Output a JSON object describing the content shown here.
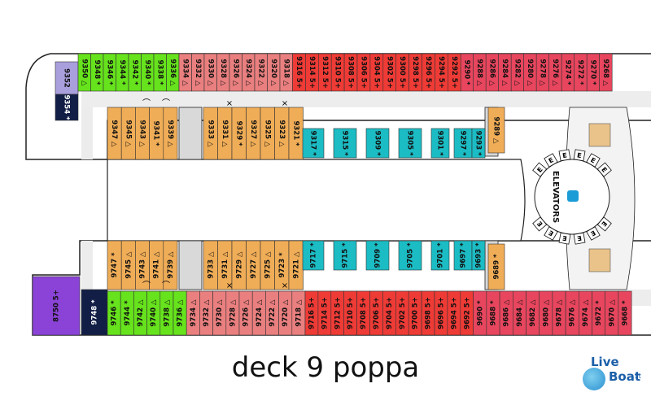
{
  "caption": "deck 9 poppa",
  "logo": {
    "part1": "Live",
    "part2": "Boat",
    "part3": ".it"
  },
  "elevators_label": "ELEVATORS",
  "colors": {
    "green": "#66e31c",
    "red": "#ef3b36",
    "pink": "#ea7f7f",
    "crimson": "#e8465e",
    "orange": "#f0ad57",
    "teal": "#1cbcc4",
    "lavender": "#a99fdc",
    "navy": "#121e46",
    "purple": "#8a43d6",
    "gray": "#d6d6d6",
    "grayLight": "#eaeaea",
    "tan": "#e9c38a"
  },
  "cabins": {
    "top_outer": [
      {
        "n": "9352",
        "c": "lavender",
        "s": ""
      },
      {
        "n": "9350",
        "c": "green",
        "s": "△"
      },
      {
        "n": "9348",
        "c": "green",
        "s": "*"
      },
      {
        "n": "9346",
        "c": "green",
        "s": "*"
      },
      {
        "n": "9344",
        "c": "green",
        "s": "*"
      },
      {
        "n": "9342",
        "c": "green",
        "s": "*"
      },
      {
        "n": "9340",
        "c": "green",
        "s": "*"
      },
      {
        "n": "9338",
        "c": "green",
        "s": "*"
      },
      {
        "n": "9336",
        "c": "green",
        "s": "△"
      },
      {
        "n": "9334",
        "c": "pink",
        "s": "△"
      },
      {
        "n": "9332",
        "c": "pink",
        "s": "△"
      },
      {
        "n": "9330",
        "c": "pink",
        "s": "△"
      },
      {
        "n": "9328",
        "c": "pink",
        "s": "△"
      },
      {
        "n": "9326",
        "c": "pink",
        "s": "△"
      },
      {
        "n": "9324",
        "c": "pink",
        "s": "△"
      },
      {
        "n": "9322",
        "c": "pink",
        "s": "△"
      },
      {
        "n": "9320",
        "c": "pink",
        "s": "△"
      },
      {
        "n": "9318",
        "c": "pink",
        "s": "△"
      },
      {
        "n": "9316",
        "c": "red",
        "s": "5+"
      },
      {
        "n": "9314",
        "c": "red",
        "s": "5+"
      },
      {
        "n": "9312",
        "c": "red",
        "s": "5+"
      },
      {
        "n": "9310",
        "c": "red",
        "s": "5+"
      },
      {
        "n": "9308",
        "c": "red",
        "s": "5+"
      },
      {
        "n": "9306",
        "c": "red",
        "s": "5+"
      },
      {
        "n": "9304",
        "c": "red",
        "s": "5+"
      },
      {
        "n": "9302",
        "c": "red",
        "s": "5+"
      },
      {
        "n": "9300",
        "c": "red",
        "s": "5+"
      },
      {
        "n": "9298",
        "c": "red",
        "s": "5+"
      },
      {
        "n": "9296",
        "c": "red",
        "s": "5+"
      },
      {
        "n": "9294",
        "c": "red",
        "s": "5+"
      },
      {
        "n": "9292",
        "c": "red",
        "s": "5+"
      },
      {
        "n": "9290",
        "c": "crimson",
        "s": "*"
      },
      {
        "n": "9288",
        "c": "crimson",
        "s": "△"
      },
      {
        "n": "9286",
        "c": "crimson",
        "s": "△"
      },
      {
        "n": "9284",
        "c": "crimson",
        "s": "△"
      },
      {
        "n": "9282",
        "c": "crimson",
        "s": "△"
      },
      {
        "n": "9280",
        "c": "crimson",
        "s": "△"
      },
      {
        "n": "9278",
        "c": "crimson",
        "s": "△"
      },
      {
        "n": "9276",
        "c": "crimson",
        "s": "△"
      },
      {
        "n": "9274",
        "c": "crimson",
        "s": "*"
      },
      {
        "n": "9272",
        "c": "crimson",
        "s": "*"
      },
      {
        "n": "9270",
        "c": "crimson",
        "s": "*"
      },
      {
        "n": "9268",
        "c": "crimson",
        "s": "△"
      }
    ],
    "top_navy": {
      "n": "9354",
      "s": "*"
    },
    "top_inner_left": [
      {
        "n": "9347",
        "c": "orange",
        "s": "△"
      },
      {
        "n": "9345",
        "c": "orange",
        "s": "△"
      },
      {
        "n": "9343",
        "c": "orange",
        "s": "△"
      },
      {
        "n": "9341",
        "c": "orange",
        "s": "*"
      },
      {
        "n": "9339",
        "c": "orange",
        "s": "△"
      }
    ],
    "top_inner_mid": [
      {
        "n": "9333",
        "c": "orange",
        "s": "△"
      },
      {
        "n": "9331",
        "c": "orange",
        "s": "△"
      },
      {
        "n": "9329",
        "c": "orange",
        "s": "*"
      },
      {
        "n": "9327",
        "c": "orange",
        "s": "△"
      },
      {
        "n": "9325",
        "c": "orange",
        "s": "△"
      },
      {
        "n": "9323",
        "c": "orange",
        "s": "△"
      },
      {
        "n": "9321",
        "c": "orange",
        "s": "*"
      }
    ],
    "top_teal": [
      {
        "n": "9317",
        "s": "*"
      },
      {
        "n": "9315",
        "s": "*"
      },
      {
        "n": "9309",
        "s": "*"
      },
      {
        "n": "9305",
        "s": "*"
      },
      {
        "n": "9301",
        "s": "*"
      },
      {
        "n": "9297",
        "s": "*"
      },
      {
        "n": "9293",
        "s": "*"
      }
    ],
    "top_inner_right": {
      "n": "9289",
      "c": "orange",
      "s": "△"
    },
    "bottom_outer": [
      {
        "n": "9746",
        "c": "green",
        "s": "*"
      },
      {
        "n": "9744",
        "c": "green",
        "s": "*"
      },
      {
        "n": "9742",
        "c": "green",
        "s": "△"
      },
      {
        "n": "9740",
        "c": "green",
        "s": "△"
      },
      {
        "n": "9738",
        "c": "green",
        "s": "△"
      },
      {
        "n": "9736",
        "c": "green",
        "s": "△"
      },
      {
        "n": "9734",
        "c": "pink",
        "s": "△"
      },
      {
        "n": "9732",
        "c": "pink",
        "s": "△"
      },
      {
        "n": "9730",
        "c": "pink",
        "s": "△"
      },
      {
        "n": "9728",
        "c": "pink",
        "s": "△"
      },
      {
        "n": "9726",
        "c": "pink",
        "s": "△"
      },
      {
        "n": "9724",
        "c": "pink",
        "s": "△"
      },
      {
        "n": "9722",
        "c": "pink",
        "s": "△"
      },
      {
        "n": "9720",
        "c": "pink",
        "s": "△"
      },
      {
        "n": "9718",
        "c": "pink",
        "s": "△"
      },
      {
        "n": "9716",
        "c": "red",
        "s": "5+"
      },
      {
        "n": "9714",
        "c": "red",
        "s": "5+"
      },
      {
        "n": "9712",
        "c": "red",
        "s": "5+"
      },
      {
        "n": "9710",
        "c": "red",
        "s": "5+"
      },
      {
        "n": "9708",
        "c": "red",
        "s": "5+"
      },
      {
        "n": "9706",
        "c": "red",
        "s": "5+"
      },
      {
        "n": "9704",
        "c": "red",
        "s": "5+"
      },
      {
        "n": "9702",
        "c": "red",
        "s": "5+"
      },
      {
        "n": "9700",
        "c": "red",
        "s": "5+"
      },
      {
        "n": "9698",
        "c": "red",
        "s": "5+"
      },
      {
        "n": "9696",
        "c": "red",
        "s": "5+"
      },
      {
        "n": "9694",
        "c": "red",
        "s": "5+"
      },
      {
        "n": "9692",
        "c": "red",
        "s": "5+"
      },
      {
        "n": "9690",
        "c": "crimson",
        "s": "*"
      },
      {
        "n": "9688",
        "c": "crimson",
        "s": "*"
      },
      {
        "n": "9686",
        "c": "crimson",
        "s": "△"
      },
      {
        "n": "9684",
        "c": "crimson",
        "s": "△"
      },
      {
        "n": "9682",
        "c": "crimson",
        "s": "△"
      },
      {
        "n": "9680",
        "c": "crimson",
        "s": "△"
      },
      {
        "n": "9678",
        "c": "crimson",
        "s": "△"
      },
      {
        "n": "9676",
        "c": "crimson",
        "s": "△"
      },
      {
        "n": "9674",
        "c": "crimson",
        "s": "△"
      },
      {
        "n": "9672",
        "c": "crimson",
        "s": "*"
      },
      {
        "n": "9670",
        "c": "crimson",
        "s": "△"
      },
      {
        "n": "9668",
        "c": "crimson",
        "s": "*"
      }
    ],
    "bottom_navy": {
      "n": "9748",
      "s": "*"
    },
    "bottom_purple": {
      "n": "8750",
      "s": "5+"
    },
    "bottom_inner_left": [
      {
        "n": "9747",
        "c": "orange",
        "s": "*"
      },
      {
        "n": "9745",
        "c": "orange",
        "s": "△"
      },
      {
        "n": "9743",
        "c": "orange",
        "s": "△"
      },
      {
        "n": "9741",
        "c": "orange",
        "s": "△"
      },
      {
        "n": "9739",
        "c": "orange",
        "s": "△"
      }
    ],
    "bottom_inner_mid": [
      {
        "n": "9733",
        "c": "orange",
        "s": "△"
      },
      {
        "n": "9731",
        "c": "orange",
        "s": "△"
      },
      {
        "n": "9729",
        "c": "orange",
        "s": "△"
      },
      {
        "n": "9727",
        "c": "orange",
        "s": "△"
      },
      {
        "n": "9725",
        "c": "orange",
        "s": "△"
      },
      {
        "n": "9723",
        "c": "orange",
        "s": "*"
      },
      {
        "n": "9721",
        "c": "orange",
        "s": "△"
      }
    ],
    "bottom_teal": [
      {
        "n": "9717",
        "s": "*"
      },
      {
        "n": "9715",
        "s": "*"
      },
      {
        "n": "9709",
        "s": "*"
      },
      {
        "n": "9705",
        "s": "*"
      },
      {
        "n": "9701",
        "s": "*"
      },
      {
        "n": "9697",
        "s": "*"
      },
      {
        "n": "9693",
        "s": "*"
      }
    ],
    "bottom_inner_right": {
      "n": "9689",
      "c": "orange",
      "s": "*"
    }
  }
}
